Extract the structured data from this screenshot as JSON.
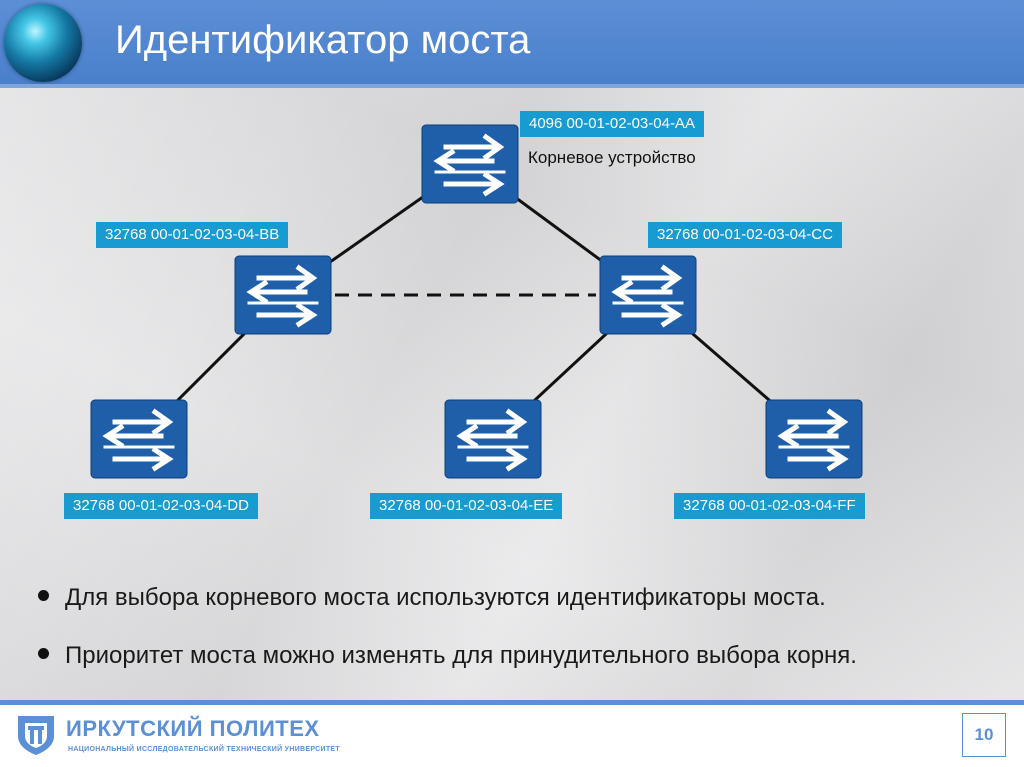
{
  "slide": {
    "title": "Идентификатор моста",
    "page_number": "10"
  },
  "diagram": {
    "root_caption": "Корневое устройство",
    "switches": [
      {
        "id": "AA",
        "label": "4096 00-01-02-03-04-AA"
      },
      {
        "id": "BB",
        "label": "32768 00-01-02-03-04-BB"
      },
      {
        "id": "CC",
        "label": "32768 00-01-02-03-04-CC"
      },
      {
        "id": "DD",
        "label": "32768 00-01-02-03-04-DD"
      },
      {
        "id": "EE",
        "label": "32768 00-01-02-03-04-EE"
      },
      {
        "id": "FF",
        "label": "32768 00-01-02-03-04-FF"
      }
    ],
    "links": [
      {
        "from": "AA",
        "to": "BB",
        "style": "solid"
      },
      {
        "from": "AA",
        "to": "CC",
        "style": "solid"
      },
      {
        "from": "BB",
        "to": "CC",
        "style": "dashed"
      },
      {
        "from": "BB",
        "to": "DD",
        "style": "solid"
      },
      {
        "from": "CC",
        "to": "EE",
        "style": "solid"
      },
      {
        "from": "CC",
        "to": "FF",
        "style": "solid"
      }
    ]
  },
  "bullets": [
    "Для выбора корневого моста используются идентификаторы моста.",
    "Приоритет моста можно изменять для принудительного выбора корня."
  ],
  "footer": {
    "logo_name": "ИРКУТСКИЙ ПОЛИТЕХ",
    "logo_subtitle": "НАЦИОНАЛЬНЫЙ ИССЛЕДОВАТЕЛЬСКИЙ ТЕХНИЧЕСКИЙ УНИВЕРСИТЕТ"
  },
  "colors": {
    "header": "#5b8fd6",
    "switch_fill": "#1f5ea8",
    "label_fill": "#179bd0",
    "panel": "#e3e3e5"
  }
}
